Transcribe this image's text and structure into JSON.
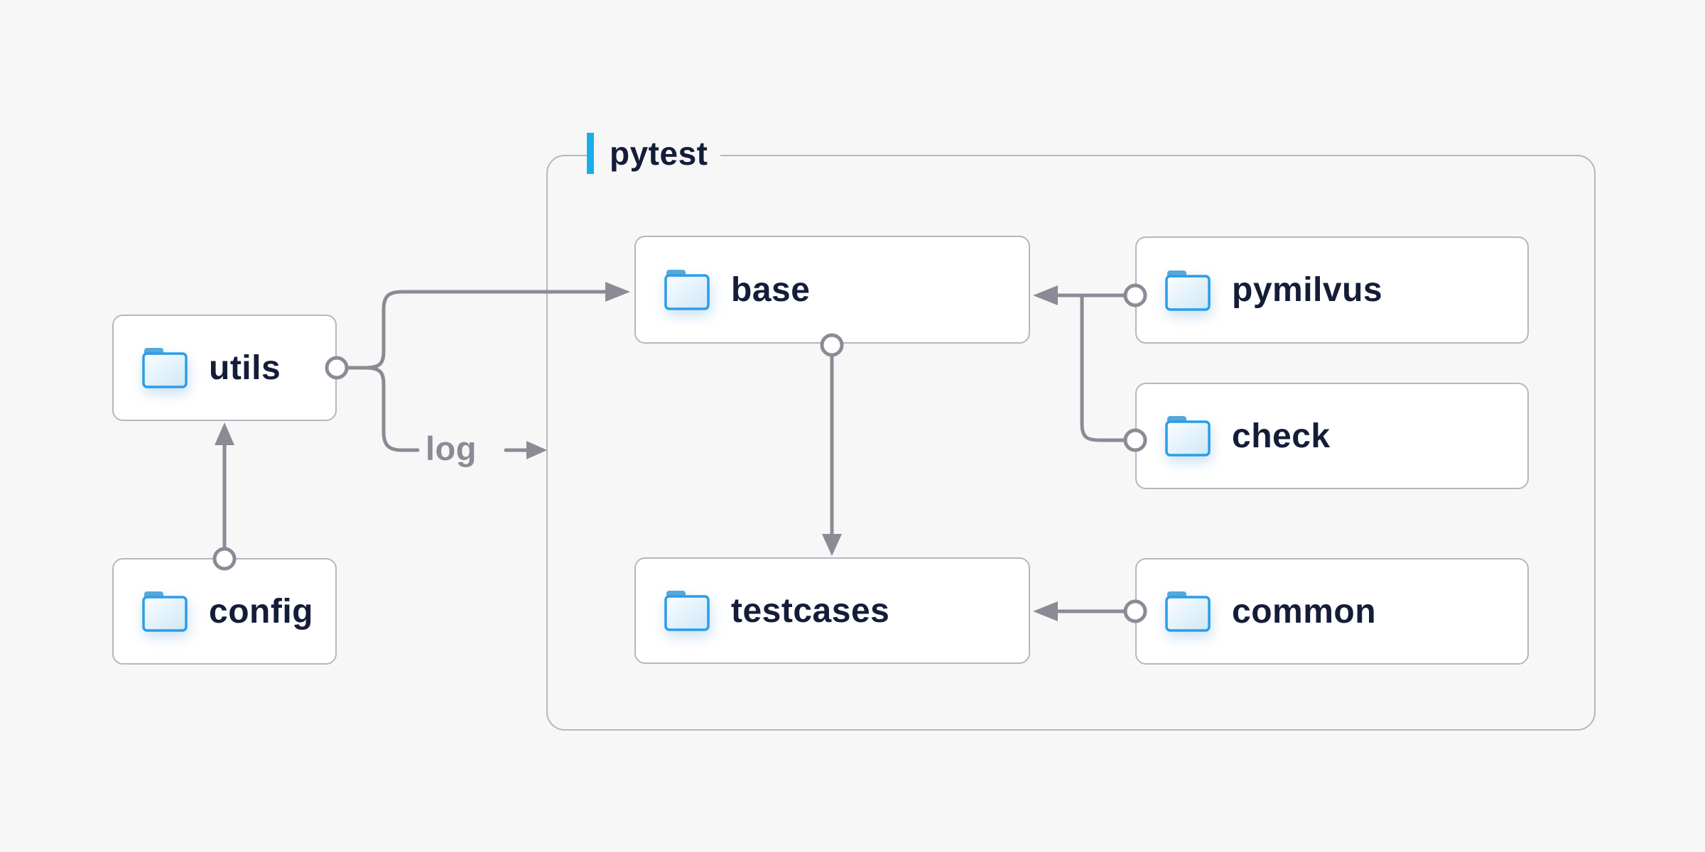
{
  "diagram": {
    "title": "pytest",
    "log_label": "log",
    "nodes": {
      "utils": {
        "label": "utils",
        "icon": "folder-icon"
      },
      "config": {
        "label": "config",
        "icon": "folder-icon"
      },
      "base": {
        "label": "base",
        "icon": "folder-icon"
      },
      "testcases": {
        "label": "testcases",
        "icon": "folder-icon"
      },
      "pymilvus": {
        "label": "pymilvus",
        "icon": "folder-icon"
      },
      "check": {
        "label": "check",
        "icon": "folder-icon"
      },
      "common": {
        "label": "common",
        "icon": "folder-icon"
      }
    },
    "edges": [
      {
        "from": "config",
        "to": "utils",
        "marker": "circle-to-arrow"
      },
      {
        "from": "utils",
        "to": "base",
        "marker": "circle-to-arrow"
      },
      {
        "from": "utils",
        "to": "log",
        "marker": "circle-to-arrow",
        "label": "log"
      },
      {
        "from": "pymilvus",
        "to": "base",
        "marker": "circle-to-arrow"
      },
      {
        "from": "check",
        "to": "base",
        "marker": "circle-joins-shared-arrow"
      },
      {
        "from": "base",
        "to": "testcases",
        "marker": "circle-to-arrow"
      },
      {
        "from": "common",
        "to": "testcases",
        "marker": "circle-to-arrow"
      }
    ],
    "colors": {
      "background": "#f7f7f8",
      "node_fill": "#ffffff",
      "border_gray": "#b6b6c1",
      "connector_gray": "#8b8b95",
      "text_navy": "#141d38",
      "muted_text": "#8b8b95",
      "accent_blue": "#18aee9",
      "folder_stroke_blue": "#2b9de8"
    }
  }
}
